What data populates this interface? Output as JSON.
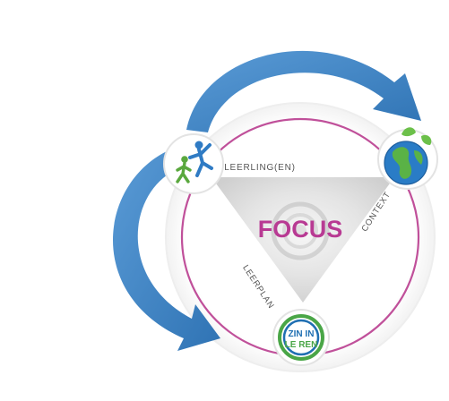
{
  "diagram": {
    "center_label": "FOCUS",
    "side_labels": {
      "top": "LEERLING(EN)",
      "right": "CONTEXT",
      "left": "LEERPLAN"
    },
    "nodes": [
      {
        "id": "leerlingen",
        "icon": "children-playing-icon"
      },
      {
        "id": "context",
        "icon": "globe-icon"
      },
      {
        "id": "zin-in-leren",
        "icon": "zin-in-leren-logo",
        "logo_lines": [
          "ZIN IN",
          "LE REN"
        ]
      }
    ],
    "colors": {
      "arrow": "#3f86c7",
      "ring": "#c0509a",
      "focus": "#b83a93",
      "triangle": "#d7d7d7",
      "label": "#555555",
      "logo_green": "#4aa647",
      "logo_blue": "#1f6fb2"
    }
  }
}
